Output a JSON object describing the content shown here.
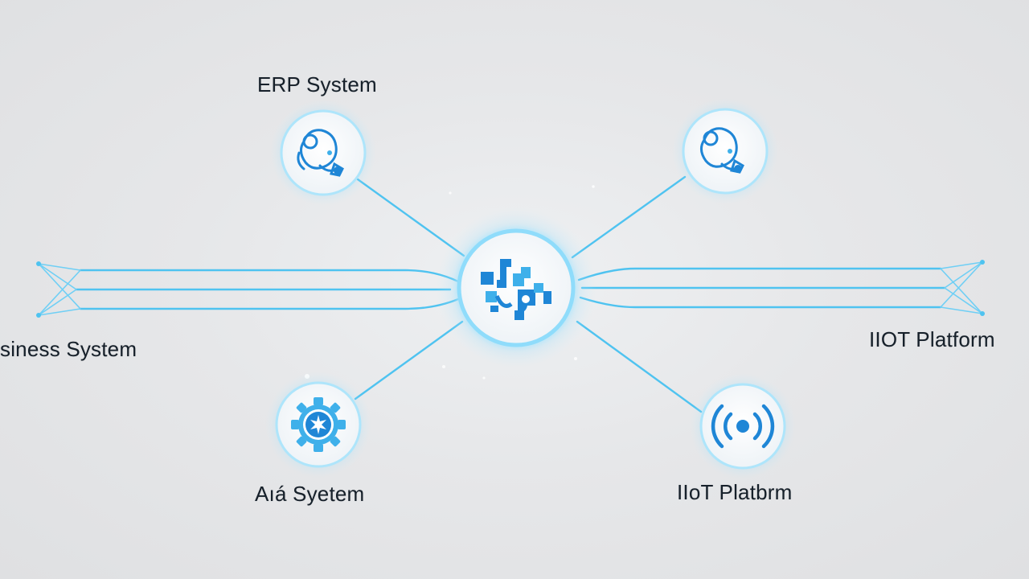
{
  "labels": {
    "erp": "ERP System",
    "business": "siness System",
    "iiot_right": "IIOT Platform",
    "bottom_left": "Aıá Syetem",
    "bottom_right": "IIoT Platbrm"
  },
  "icons": {
    "hub": "puzzle-hub-icon",
    "erp": "gears-cluster-icon",
    "top_right": "gears-cluster-icon",
    "bottom_left": "gear-icon",
    "bottom_right": "wireless-signal-icon"
  },
  "colors": {
    "background": "#e4e5e7",
    "line": "#4fc3f0",
    "glow": "#7fd6fb",
    "icon": "#1f86d6",
    "icon_light": "#3fb0ea",
    "node_fill": "#f6f8fa",
    "text": "#16202a"
  }
}
